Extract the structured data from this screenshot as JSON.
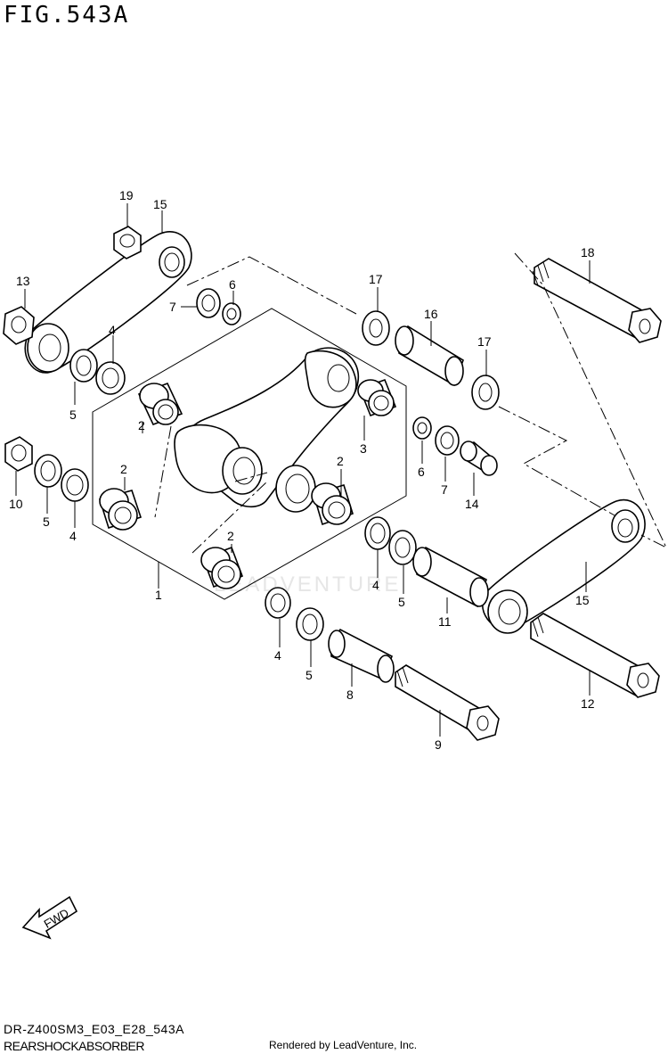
{
  "figure": {
    "title": "FIG.543A",
    "code": "DR-Z400SM3_E03_E28_543A",
    "name": "REARSHOCKABSORBER",
    "rendered_by": "Rendered by LeadVenture, Inc.",
    "watermark": "LEADVENTURE",
    "fwd_label": "FWD"
  },
  "callouts": {
    "c1": "1",
    "c2a": "2",
    "c2b": "2",
    "c2c": "2",
    "c2d": "2",
    "c3": "3",
    "c4a": "4",
    "c4b": "4",
    "c4c": "4",
    "c4d": "4",
    "c5a": "5",
    "c5b": "5",
    "c5c": "5",
    "c5d": "5",
    "c6a": "6",
    "c6b": "6",
    "c7a": "7",
    "c7b": "7",
    "c8": "8",
    "c9": "9",
    "c10": "10",
    "c11": "11",
    "c12": "12",
    "c13": "13",
    "c14": "14",
    "c15a": "15",
    "c15b": "15",
    "c16": "16",
    "c17a": "17",
    "c17b": "17",
    "c18": "18",
    "c19": "19"
  }
}
